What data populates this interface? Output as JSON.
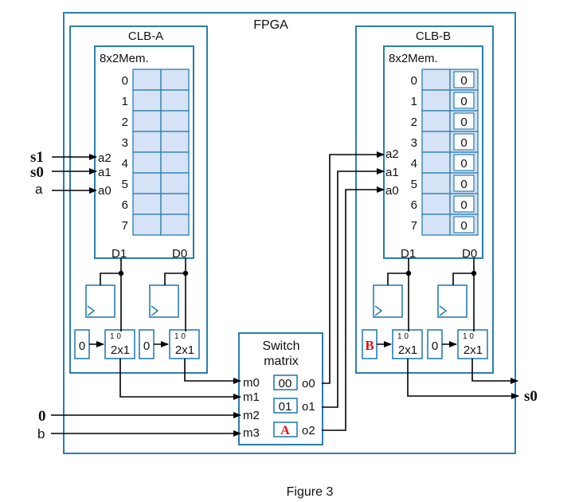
{
  "fpga_label": "FPGA",
  "clb_a": {
    "label": "CLB-A",
    "mem_label": "8x2Mem.",
    "rows": [
      "0",
      "1",
      "2",
      "3",
      "4",
      "5",
      "6",
      "7"
    ],
    "contents": [
      "",
      "",
      "",
      "",
      "",
      "",
      "",
      ""
    ],
    "addr_labels": [
      "a2",
      "a1",
      "a0"
    ],
    "d1": "D1",
    "d0": "D0",
    "mux_label": "2x1",
    "mux_sel": "1 0",
    "const1": "0",
    "const0": "0"
  },
  "clb_b": {
    "label": "CLB-B",
    "mem_label": "8x2Mem.",
    "rows": [
      "0",
      "1",
      "2",
      "3",
      "4",
      "5",
      "6",
      "7"
    ],
    "contents": [
      "0",
      "0",
      "0",
      "0",
      "0",
      "0",
      "0",
      "0"
    ],
    "addr_labels": [
      "a2",
      "a1",
      "a0"
    ],
    "d1": "D1",
    "d0": "D0",
    "mux_label": "2x1",
    "mux_sel": "1 0",
    "const1": "B",
    "const0": "0"
  },
  "switch": {
    "title_line1": "Switch",
    "title_line2": "matrix",
    "inputs": [
      "m0",
      "m1",
      "m2",
      "m3"
    ],
    "outputs": [
      "o0",
      "o1",
      "o2"
    ],
    "settings": [
      "00",
      "01",
      "A"
    ]
  },
  "external_inputs": {
    "s1": "s1",
    "s0": "s0",
    "a": "a",
    "zero": "0",
    "b": "b"
  },
  "output_label": "s0",
  "caption": "Figure 3",
  "colors": {
    "frame": "#2a7fb0",
    "cell": "#d6e2f5",
    "highlight": "#e01010"
  }
}
